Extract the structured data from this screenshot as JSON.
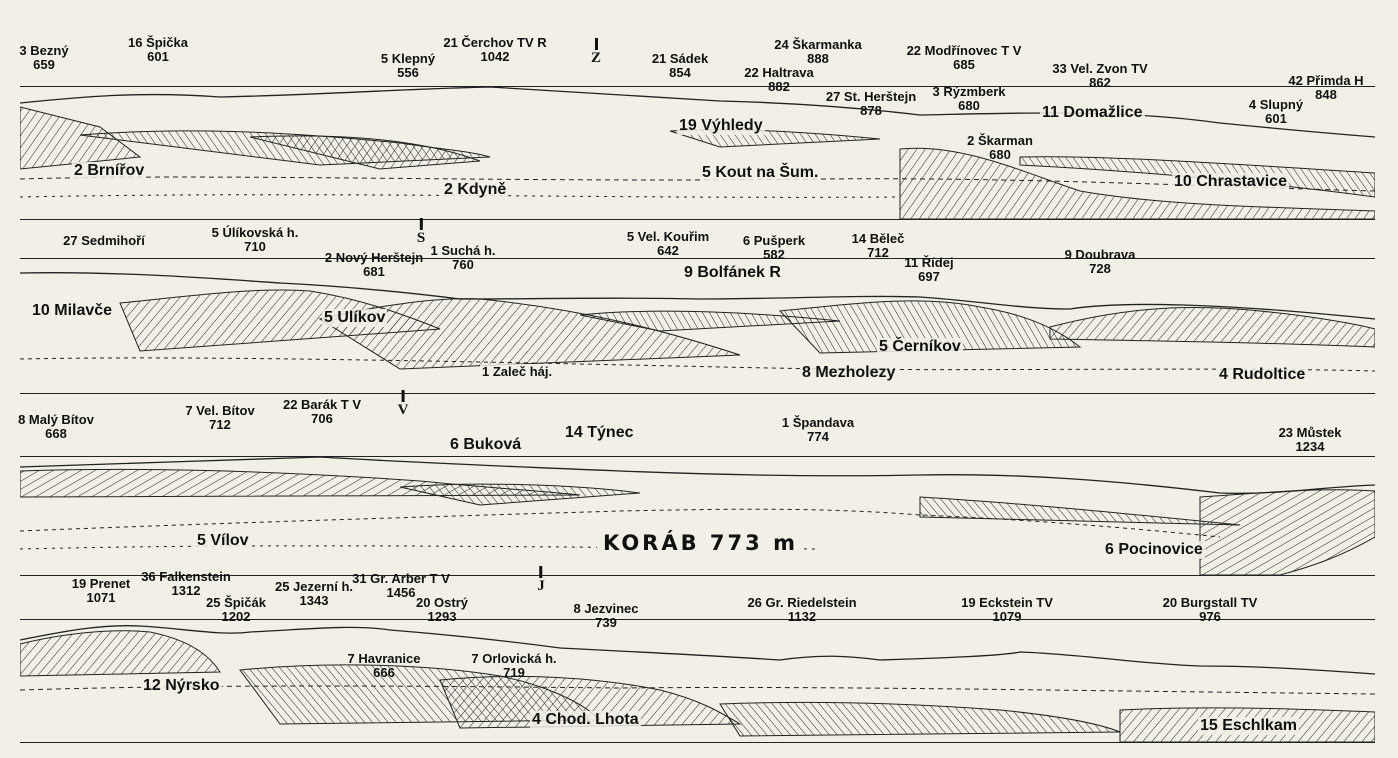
{
  "title": "KORÁB 773 m",
  "directions": {
    "west": "Z",
    "north": "S",
    "east": "V",
    "south": "J"
  },
  "panel1": {
    "peaks": [
      {
        "name": "3 Bezný",
        "elev": "659"
      },
      {
        "name": "16 Špička",
        "elev": "601"
      },
      {
        "name": "5 Klepný",
        "elev": "556"
      },
      {
        "name": "21 Čerchov TV R",
        "elev": "1042"
      },
      {
        "name": "21 Sádek",
        "elev": "854"
      },
      {
        "name": "24 Škarmanka",
        "elev": "888"
      },
      {
        "name": "22 Haltrava",
        "elev": "882"
      },
      {
        "name": "27 St. Herštejn",
        "elev": "878"
      },
      {
        "name": "22 Modřínovec T V",
        "elev": "685"
      },
      {
        "name": "3 Rýzmberk",
        "elev": "680"
      },
      {
        "name": "2 Škarman",
        "elev": "680"
      },
      {
        "name": "33 Vel. Zvon TV",
        "elev": "862"
      },
      {
        "name": "4 Slupný",
        "elev": "601"
      },
      {
        "name": "42 Přimda H",
        "elev": "848"
      }
    ],
    "places": [
      "2 Brnířov",
      "2 Kdyně",
      "19 Výhledy",
      "5 Kout na Šum.",
      "11 Domažlice",
      "10 Chrastavice"
    ]
  },
  "panel2": {
    "peaks": [
      {
        "name": "27 Sedmihoří",
        "elev": ""
      },
      {
        "name": "5 Úlíkovská h.",
        "elev": "710"
      },
      {
        "name": "2 Nový Herštejn",
        "elev": "681"
      },
      {
        "name": "1 Suchá h.",
        "elev": "760"
      },
      {
        "name": "5 Vel. Kouřim",
        "elev": "642"
      },
      {
        "name": "6 Pušperk",
        "elev": "582"
      },
      {
        "name": "14 Běleč",
        "elev": "712"
      },
      {
        "name": "11 Řídej",
        "elev": "697"
      },
      {
        "name": "9 Doubrava",
        "elev": "728"
      }
    ],
    "places": [
      "10 Milavče",
      "5 Ulíkov",
      "9 Bolfánek R",
      "5 Černíkov",
      "1 Zaleč háj.",
      "8 Mezholezy",
      "4 Rudoltice"
    ]
  },
  "panel3": {
    "peaks": [
      {
        "name": "8 Malý Bítov",
        "elev": "668"
      },
      {
        "name": "7 Vel. Bítov",
        "elev": "712"
      },
      {
        "name": "22 Barák T V",
        "elev": "706"
      },
      {
        "name": "1 Špandava",
        "elev": "774"
      },
      {
        "name": "23 Můstek",
        "elev": "1234"
      }
    ],
    "places": [
      "6 Buková",
      "14 Týnec",
      "5 Vílov",
      "6 Pocinovice"
    ]
  },
  "panel4": {
    "peaks": [
      {
        "name": "19 Prenet",
        "elev": "1071"
      },
      {
        "name": "36 Falkenstein",
        "elev": "1312"
      },
      {
        "name": "25 Špičák",
        "elev": "1202"
      },
      {
        "name": "25 Jezerní h.",
        "elev": "1343"
      },
      {
        "name": "31 Gr. Arber T V",
        "elev": "1456"
      },
      {
        "name": "20 Ostrý",
        "elev": "1293"
      },
      {
        "name": "8 Jezvinec",
        "elev": "739"
      },
      {
        "name": "26 Gr. Riedelstein",
        "elev": "1132"
      },
      {
        "name": "19 Eckstein TV",
        "elev": "1079"
      },
      {
        "name": "20 Burgstall TV",
        "elev": "976"
      },
      {
        "name": "7 Havranice",
        "elev": "666"
      },
      {
        "name": "7 Orlovická h.",
        "elev": "719"
      }
    ],
    "places": [
      "12 Nýrsko",
      "4 Chod. Lhota",
      "15 Eschlkam"
    ]
  }
}
